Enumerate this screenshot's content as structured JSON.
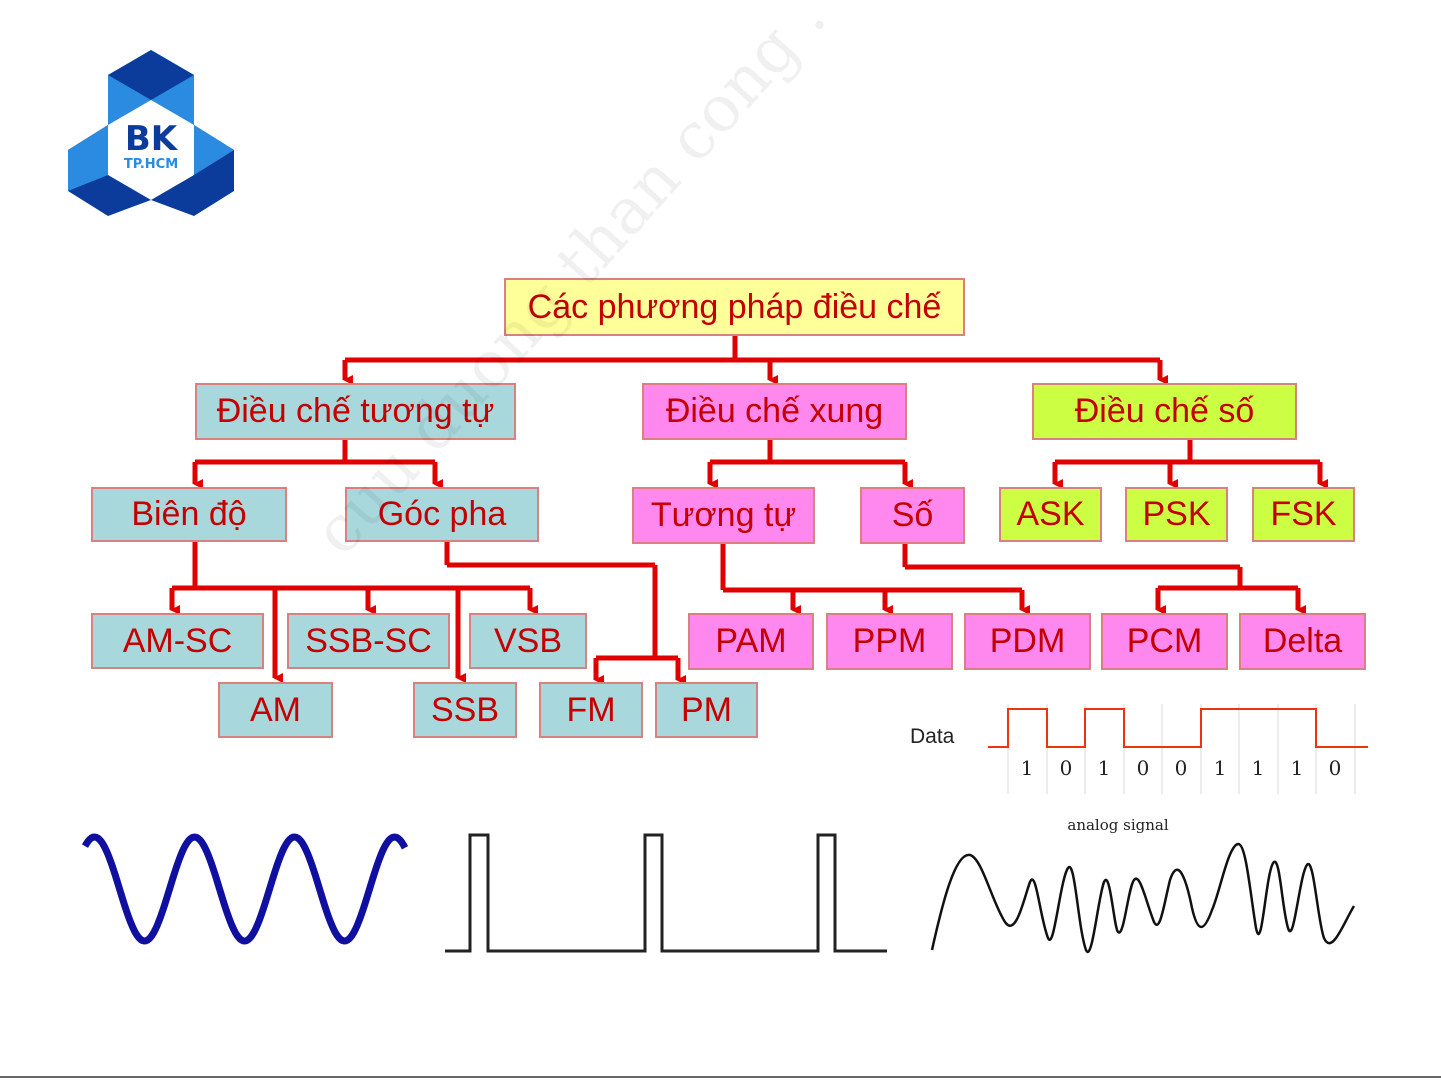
{
  "logo": {
    "line1": "BK",
    "line2": "TP.HCM"
  },
  "root": "Các phương pháp điều chế",
  "categories": {
    "analog": "Điều chế tương tự",
    "pulse": "Điều chế xung",
    "digital": "Điều chế số"
  },
  "analog": {
    "amplitude": "Biên độ",
    "angle": "Góc pha",
    "am_sc": "AM-SC",
    "ssb_sc": "SSB-SC",
    "vsb": "VSB",
    "am": "AM",
    "ssb": "SSB",
    "fm": "FM",
    "pm": "PM"
  },
  "pulse": {
    "analog": "Tương tự",
    "digital": "Số",
    "pam": "PAM",
    "ppm": "PPM",
    "pdm": "PDM",
    "pcm": "PCM",
    "delta": "Delta"
  },
  "digital": {
    "ask": "ASK",
    "psk": "PSK",
    "fsk": "FSK"
  },
  "data_signal": {
    "label": "Data",
    "bits": [
      "1",
      "0",
      "1",
      "0",
      "0",
      "1",
      "1",
      "1",
      "0"
    ]
  },
  "analog_signal_label": "analog signal",
  "watermark": "cuu duong than cong . com",
  "colors": {
    "root_fill": "#ffff99",
    "analog_fill": "#a8d8dc",
    "pulse_fill": "#ff88ee",
    "digital_fill": "#ccff44",
    "text": "#c40000",
    "connector": "#e00000",
    "sine": "#1010a0",
    "logo_dark": "#0b3c9c",
    "logo_light": "#2a8be0"
  }
}
